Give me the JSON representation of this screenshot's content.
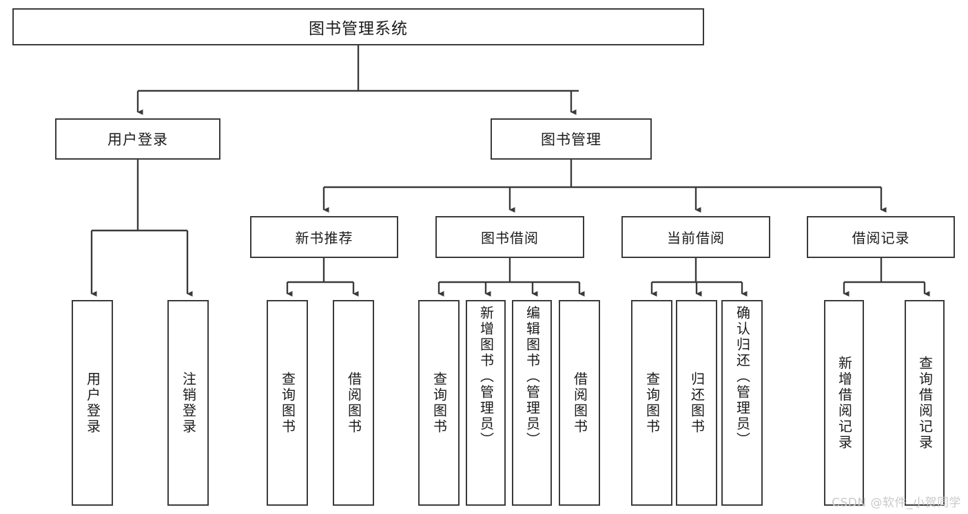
{
  "diagram": {
    "type": "tree",
    "title": "图书管理系统",
    "watermark": "CSDN @软件_小贺同学",
    "colors": {
      "stroke": "#3a3a3a",
      "fill": "#ffffff",
      "text": "#1b1b1b",
      "watermark": "#c9c9c9"
    },
    "nodes": {
      "root": {
        "label": "图书管理系统"
      },
      "level2": [
        {
          "id": "user_login",
          "label": "用户登录"
        },
        {
          "id": "book_mgmt",
          "label": "图书管理"
        }
      ],
      "level3": [
        {
          "id": "new_book_rec",
          "label": "新书推荐"
        },
        {
          "id": "book_borrow",
          "label": "图书借阅"
        },
        {
          "id": "current_borrow",
          "label": "当前借阅"
        },
        {
          "id": "borrow_record",
          "label": "借阅记录"
        }
      ],
      "leaves": [
        {
          "id": "leaf_user_login",
          "label": "用户登录",
          "parent": "user_login"
        },
        {
          "id": "leaf_user_logout",
          "label": "注销登录",
          "parent": "user_login"
        },
        {
          "id": "leaf_rec_query",
          "label": "查询图书",
          "parent": "new_book_rec"
        },
        {
          "id": "leaf_rec_borrow",
          "label": "借阅图书",
          "parent": "new_book_rec"
        },
        {
          "id": "leaf_bb_query",
          "label": "查询图书",
          "parent": "book_borrow"
        },
        {
          "id": "leaf_bb_add",
          "label": "新增图书（管理员）",
          "parent": "book_borrow"
        },
        {
          "id": "leaf_bb_edit",
          "label": "编辑图书（管理员）",
          "parent": "book_borrow"
        },
        {
          "id": "leaf_bb_borrow",
          "label": "借阅图书",
          "parent": "book_borrow"
        },
        {
          "id": "leaf_cb_query",
          "label": "查询图书",
          "parent": "current_borrow"
        },
        {
          "id": "leaf_cb_return",
          "label": "归还图书",
          "parent": "current_borrow"
        },
        {
          "id": "leaf_cb_confirm",
          "label": "确认归还（管理员）",
          "parent": "current_borrow"
        },
        {
          "id": "leaf_br_add",
          "label": "新增借阅记录",
          "parent": "borrow_record"
        },
        {
          "id": "leaf_br_query",
          "label": "查询借阅记录",
          "parent": "borrow_record"
        }
      ]
    }
  }
}
